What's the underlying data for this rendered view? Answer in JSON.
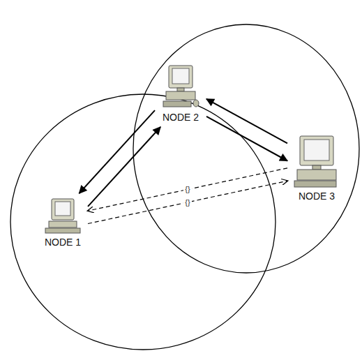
{
  "diagram": {
    "nodes": [
      {
        "text": [
          "NODE 1"
        ]
      },
      {
        "text": [
          "NODE 2"
        ]
      },
      {
        "text": [
          "NODE 3"
        ]
      }
    ],
    "edges": [
      {
        "from": 0,
        "to": 1,
        "arrow": "to"
      },
      {
        "from": 1,
        "to": 0,
        "arrow": "to"
      },
      {
        "from": 1,
        "to": 2,
        "arrow": "to"
      },
      {
        "from": 2,
        "to": 1,
        "arrow": "to"
      },
      {
        "from": 0,
        "to": 2,
        "label": "{}",
        "arrow": "to"
      },
      {
        "from": 2,
        "to": 0,
        "label": "{}",
        "arrow": "to"
      }
    ]
  }
}
